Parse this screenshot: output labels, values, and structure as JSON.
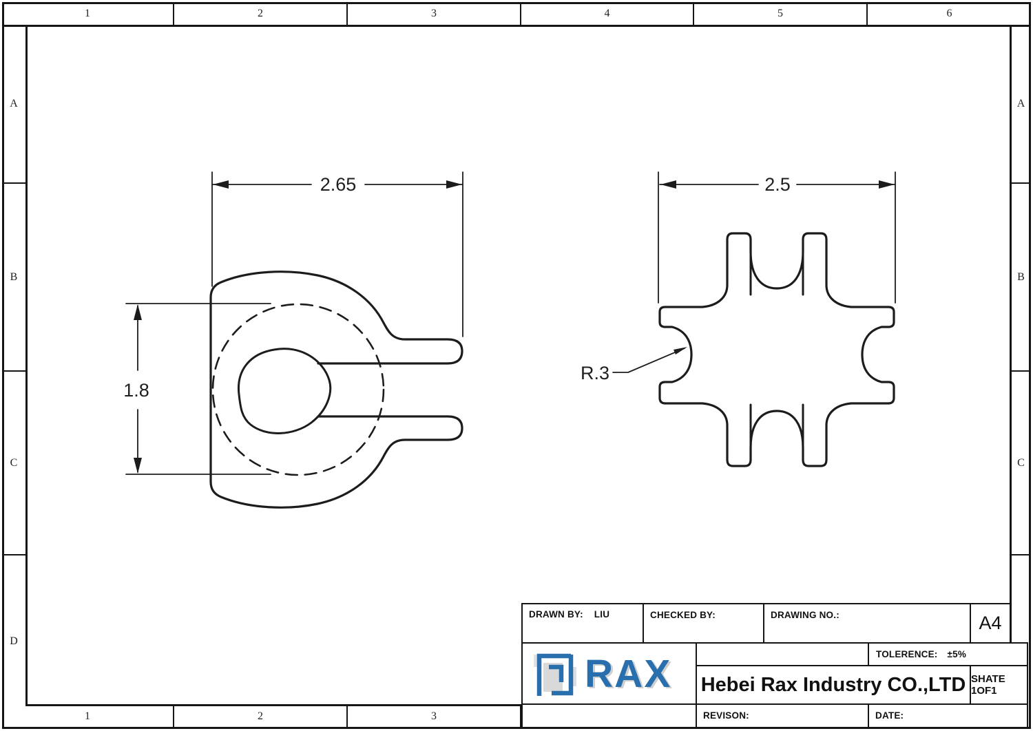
{
  "grid": {
    "top_cols": [
      "1",
      "2",
      "3",
      "4",
      "5",
      "6"
    ],
    "bottom_cols": [
      "1",
      "2",
      "3"
    ],
    "left_rows": [
      "A",
      "B",
      "C",
      "D"
    ],
    "right_rows": [
      "A",
      "B",
      "C"
    ]
  },
  "views": {
    "front": {
      "width_dim": "2.65",
      "height_dim": "1.8"
    },
    "side": {
      "width_dim": "2.5",
      "radius_dim": "R.3"
    }
  },
  "title_block": {
    "drawn_by_label": "DRAWN BY:",
    "drawn_by_value": "LIU",
    "checked_by_label": "CHECKED BY:",
    "drawing_no_label": "DRAWING NO.:",
    "paper_size": "A4",
    "tolerance_label": "TOLERENCE:",
    "tolerance_value": "±5%",
    "company": "Hebei Rax Industry CO.,LTD",
    "sheet_label": "SHATE 1OF1",
    "revision_label": "REVISON:",
    "date_label": "DATE:",
    "logo_text": "RAX"
  },
  "colors": {
    "line": "#151515",
    "logo_blue": "#2a6fad",
    "logo_grey": "#d9d9d9"
  }
}
